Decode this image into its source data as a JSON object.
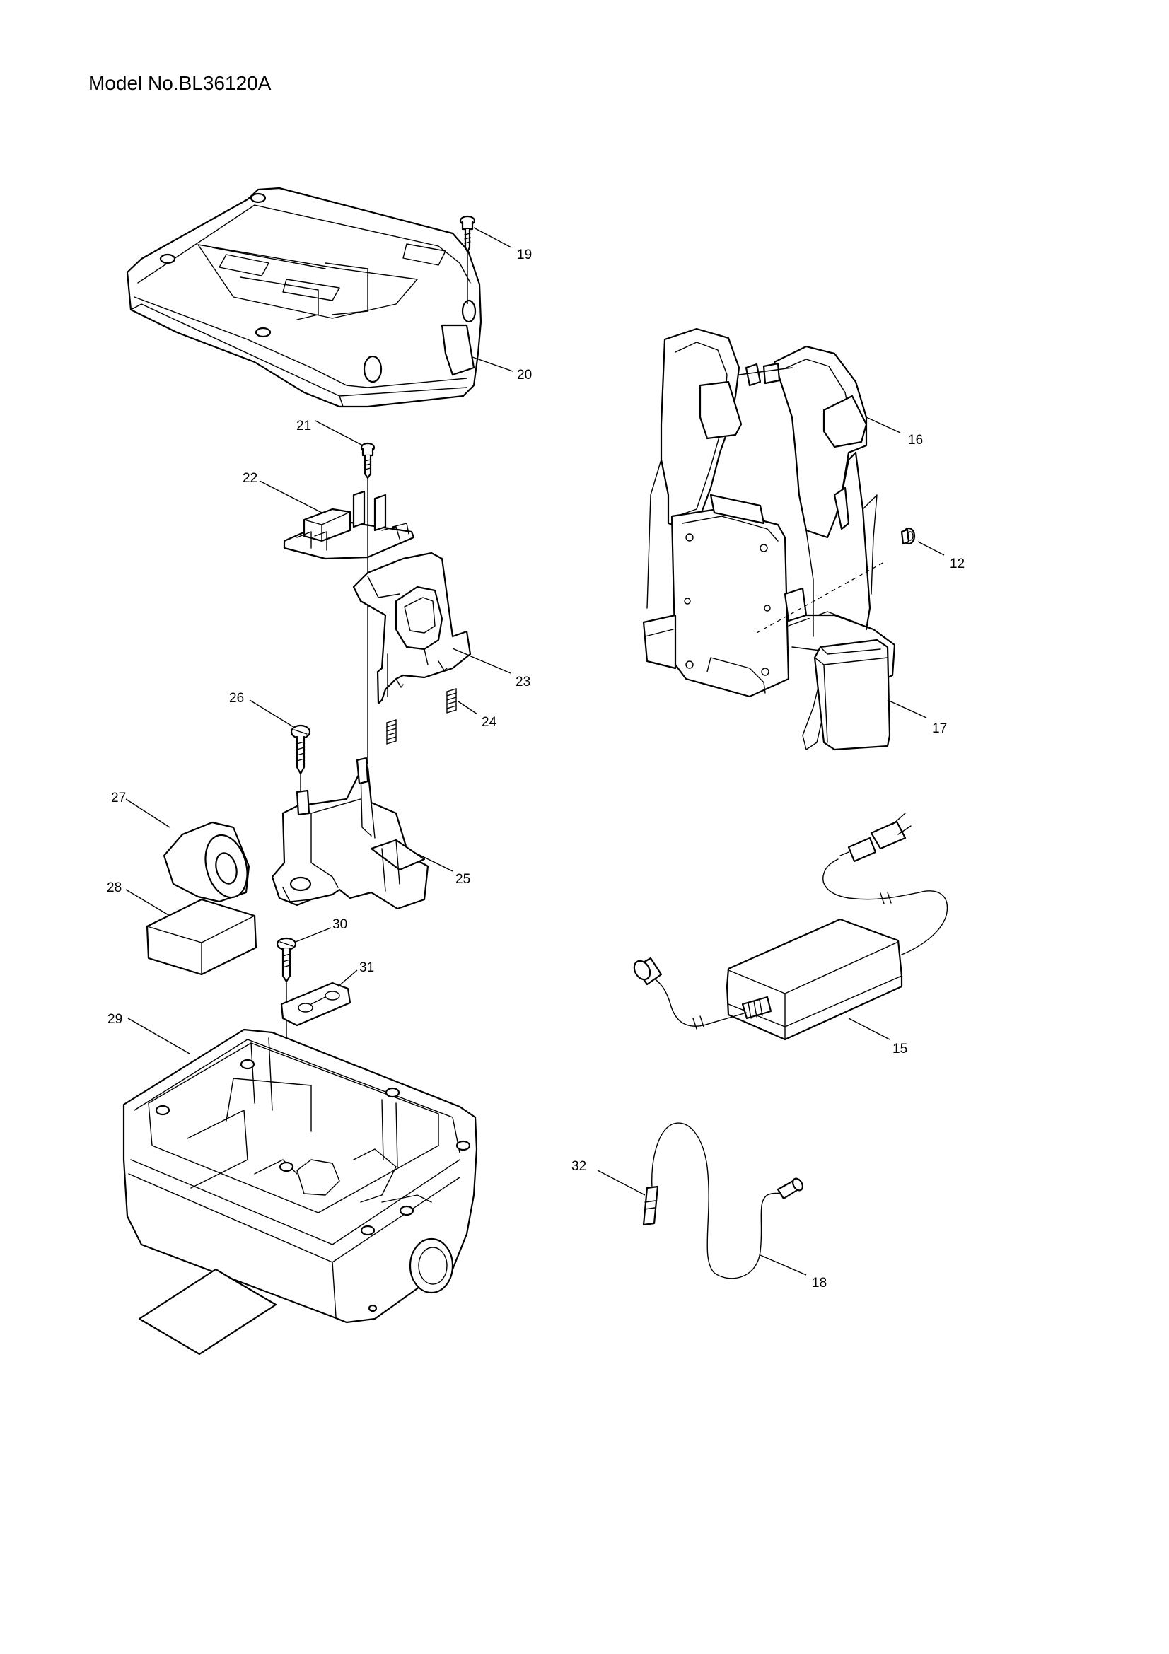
{
  "document": {
    "title": "Model No.BL36120A"
  },
  "callouts": [
    {
      "id": "c19",
      "label": "19"
    },
    {
      "id": "c20",
      "label": "20"
    },
    {
      "id": "c21",
      "label": "21"
    },
    {
      "id": "c22",
      "label": "22"
    },
    {
      "id": "c23",
      "label": "23"
    },
    {
      "id": "c24",
      "label": "24"
    },
    {
      "id": "c25",
      "label": "25"
    },
    {
      "id": "c26",
      "label": "26"
    },
    {
      "id": "c27",
      "label": "27"
    },
    {
      "id": "c28",
      "label": "28"
    },
    {
      "id": "c29",
      "label": "29"
    },
    {
      "id": "c30",
      "label": "30"
    },
    {
      "id": "c31",
      "label": "31"
    },
    {
      "id": "c16",
      "label": "16"
    },
    {
      "id": "c12",
      "label": "12"
    },
    {
      "id": "c17",
      "label": "17"
    },
    {
      "id": "c15",
      "label": "15"
    },
    {
      "id": "c32",
      "label": "32"
    },
    {
      "id": "c18",
      "label": "18"
    }
  ]
}
